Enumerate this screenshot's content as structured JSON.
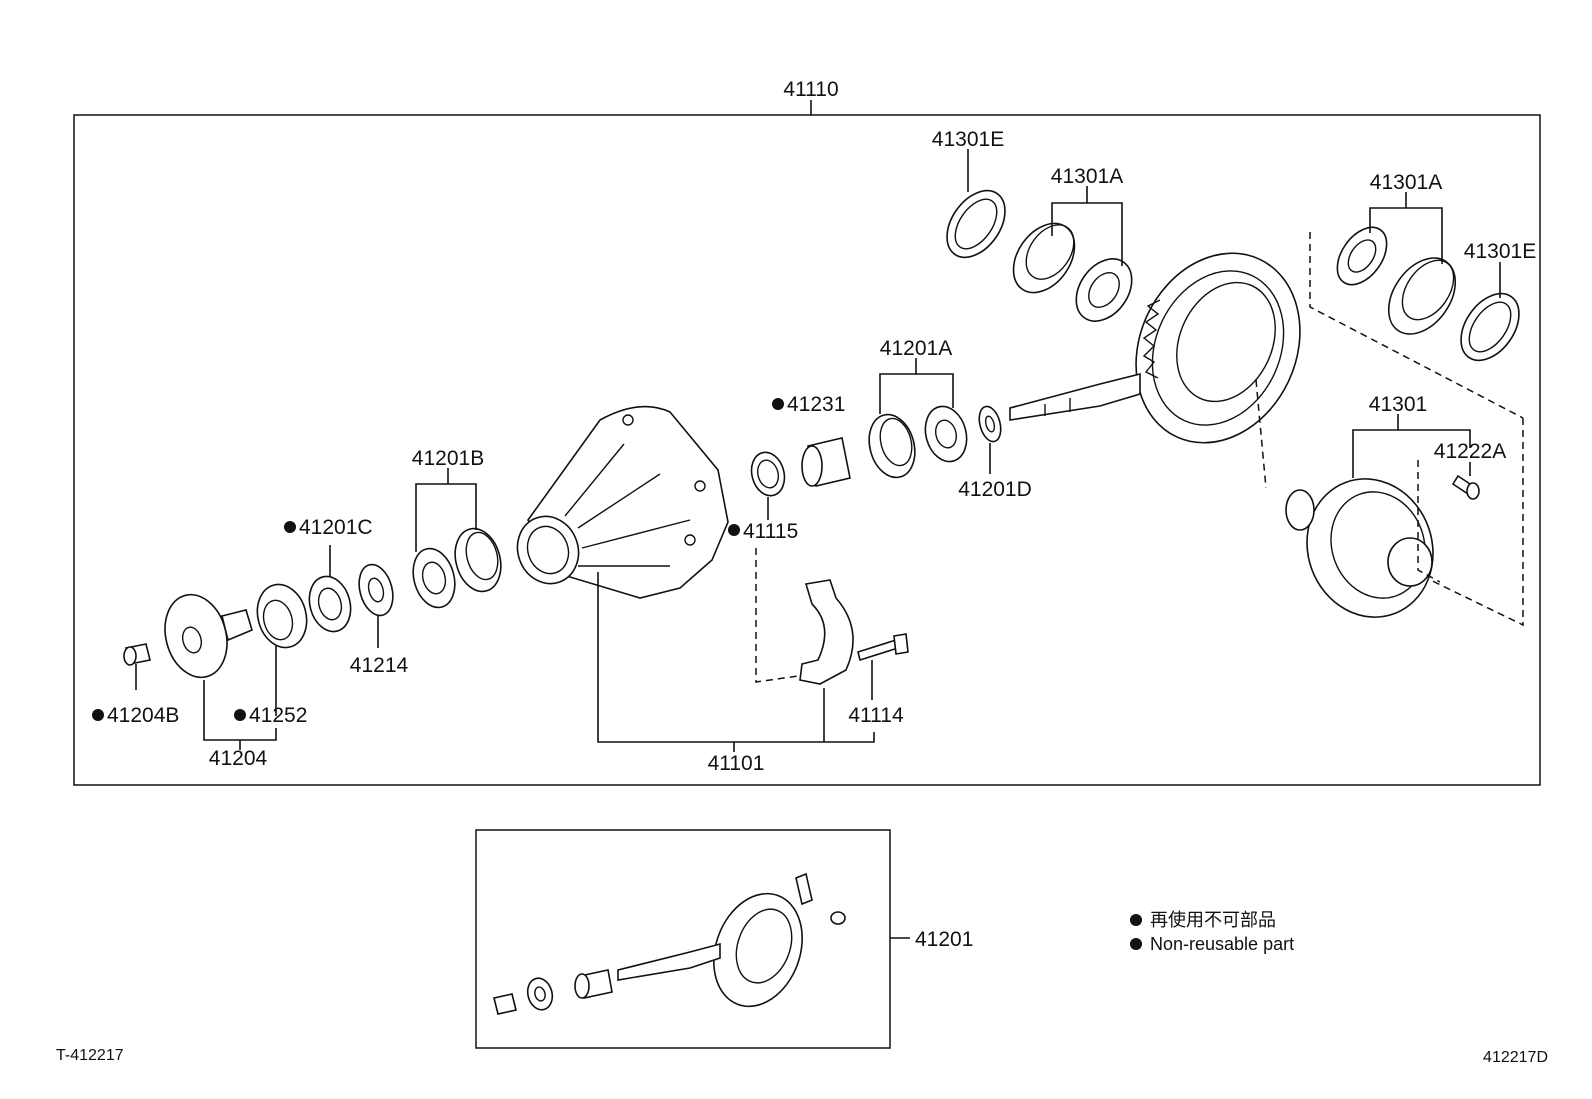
{
  "labels": {
    "assy": "41110",
    "p41301E_top": "41301E",
    "p41301A_top": "41301A",
    "p41301A_right": "41301A",
    "p41301E_right": "41301E",
    "p41201A": "41201A",
    "p41231": "41231",
    "p41201B": "41201B",
    "p41115": "41115",
    "p41201D": "41201D",
    "p41301": "41301",
    "p41222A": "41222A",
    "p41201C": "41201C",
    "p41214": "41214",
    "p41204B": "41204B",
    "p41252": "41252",
    "p41204": "41204",
    "p41101": "41101",
    "p41114": "41114",
    "p41201": "41201"
  },
  "legend": {
    "line1": "再使用不可部品",
    "line2": "Non-reusable part"
  },
  "footer": {
    "left_code": "T-412217",
    "right_code": "412217D"
  }
}
